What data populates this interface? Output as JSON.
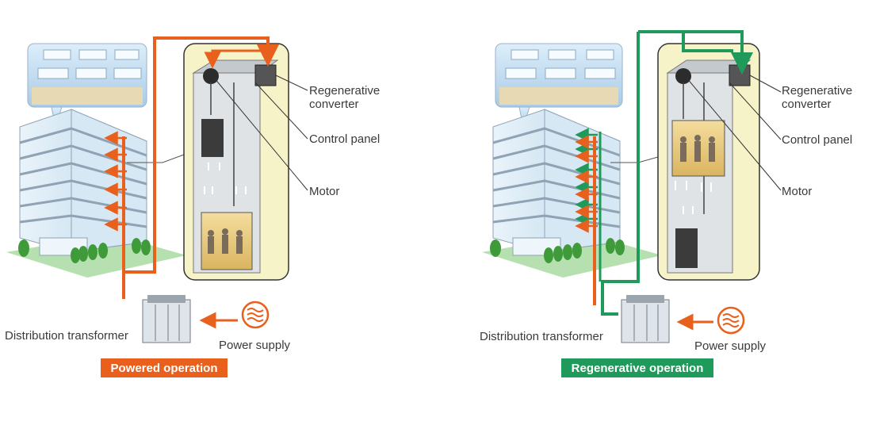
{
  "colors": {
    "powered": "#e8601c",
    "regenerative": "#1f9a5a",
    "shaft_fill": "#f7f3c9",
    "shaft_inner": "#dfe3e6",
    "building_glass": "#cfe4f2",
    "building_frame": "#8fa3b5",
    "ground": "#b6e0b0",
    "tree": "#3f9b3a",
    "cabin": "#e9cf8a",
    "weight": "#3b3b3b"
  },
  "panels": [
    {
      "mode": "powered",
      "labels": {
        "regen_converter_line1": "Regenerative",
        "regen_converter_line2": "converter",
        "control_panel": "Control panel",
        "motor": "Motor",
        "transformer": "Distribution transformer",
        "power_supply": "Power supply"
      },
      "badge": "Powered operation"
    },
    {
      "mode": "regenerative",
      "labels": {
        "regen_converter_line1": "Regenerative",
        "regen_converter_line2": "converter",
        "control_panel": "Control panel",
        "motor": "Motor",
        "transformer": "Distribution transformer",
        "power_supply": "Power supply"
      },
      "badge": "Regenerative operation"
    }
  ]
}
